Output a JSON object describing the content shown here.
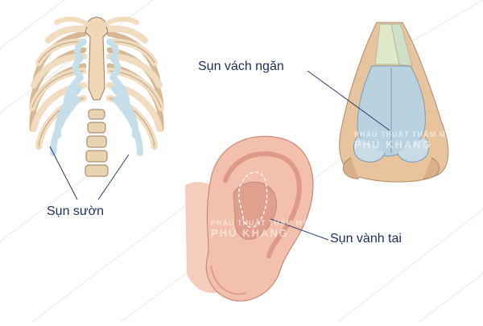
{
  "labels": {
    "rib": "Sụn sườn",
    "septum": "Sụn vách ngăn",
    "ear": "Sụn vành tai"
  },
  "watermark": {
    "line1": "PHẪU THUẬT THẨM MỸ",
    "line2": "PHÚ KHANG"
  },
  "colors": {
    "label_text": "#1d2d5a",
    "leader_line": "#2b3a6b",
    "bone": "#f1dcc0",
    "bone_outline": "#9a7c5c",
    "cartilage": "#c6deea",
    "skin": "#f2c0ac",
    "skin_shadow": "#d98e7e",
    "background_pattern": "#eef0f4"
  },
  "icons": {
    "rib_cage": "rib-cage-illustration",
    "nose": "nose-illustration",
    "ear": "ear-illustration"
  }
}
